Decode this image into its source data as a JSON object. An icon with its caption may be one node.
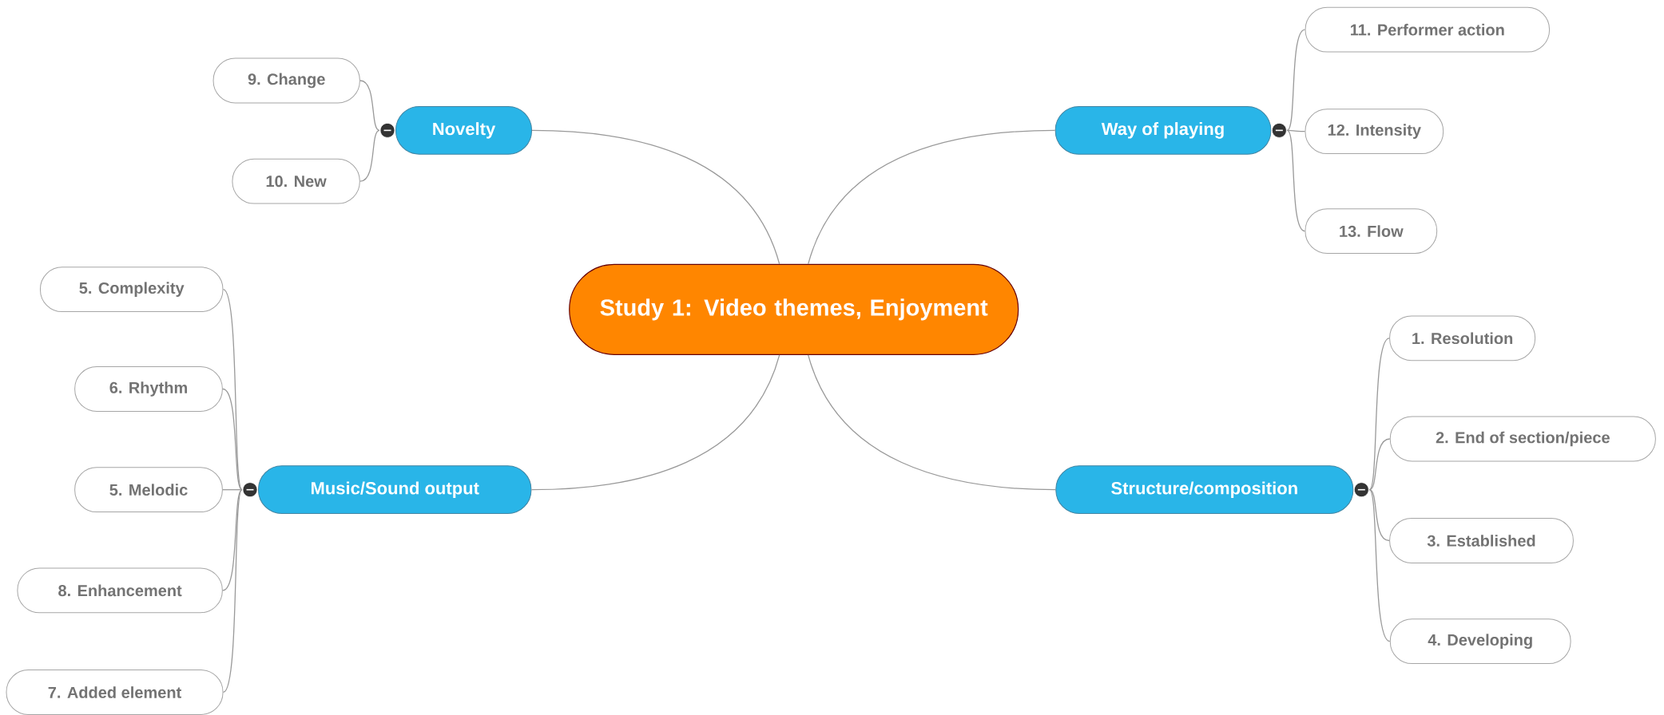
{
  "diagram": {
    "nodes": [
      {
        "text": [
          "Study 1: Video themes, Enjoyment"
        ]
      },
      {
        "text": [
          "Novelty"
        ]
      },
      {
        "text": [
          "9. Change"
        ]
      },
      {
        "text": [
          "10. New"
        ]
      },
      {
        "text": [
          "Way of playing"
        ]
      },
      {
        "text": [
          "11. Performer action"
        ]
      },
      {
        "text": [
          "12. Intensity"
        ]
      },
      {
        "text": [
          "13. Flow"
        ]
      },
      {
        "text": [
          "Music/Sound output"
        ]
      },
      {
        "text": [
          "5. Complexity"
        ]
      },
      {
        "text": [
          "6. Rhythm"
        ]
      },
      {
        "text": [
          "5. Melodic"
        ]
      },
      {
        "text": [
          "8. Enhancement"
        ]
      },
      {
        "text": [
          "7. Added element"
        ]
      },
      {
        "text": [
          "Structure/composition"
        ]
      },
      {
        "text": [
          "1. Resolution"
        ]
      },
      {
        "text": [
          "2. End of section/piece"
        ]
      },
      {
        "text": [
          "3. Established"
        ]
      },
      {
        "text": [
          "4. Developing"
        ]
      }
    ],
    "edges": [
      {
        "from": 0,
        "to": 1,
        "arrow": "none"
      },
      {
        "from": 1,
        "to": 2,
        "arrow": "none"
      },
      {
        "from": 1,
        "to": 3,
        "arrow": "none"
      },
      {
        "from": 0,
        "to": 4,
        "arrow": "none"
      },
      {
        "from": 4,
        "to": 5,
        "arrow": "none"
      },
      {
        "from": 4,
        "to": 6,
        "arrow": "none"
      },
      {
        "from": 4,
        "to": 7,
        "arrow": "none"
      },
      {
        "from": 0,
        "to": 8,
        "arrow": "none"
      },
      {
        "from": 8,
        "to": 9,
        "arrow": "none"
      },
      {
        "from": 8,
        "to": 10,
        "arrow": "none"
      },
      {
        "from": 8,
        "to": 11,
        "arrow": "none"
      },
      {
        "from": 8,
        "to": 12,
        "arrow": "none"
      },
      {
        "from": 8,
        "to": 13,
        "arrow": "none"
      },
      {
        "from": 0,
        "to": 14,
        "arrow": "none"
      },
      {
        "from": 14,
        "to": 15,
        "arrow": "none"
      },
      {
        "from": 14,
        "to": 16,
        "arrow": "none"
      },
      {
        "from": 14,
        "to": 17,
        "arrow": "none"
      },
      {
        "from": 14,
        "to": 18,
        "arrow": "none"
      }
    ]
  }
}
